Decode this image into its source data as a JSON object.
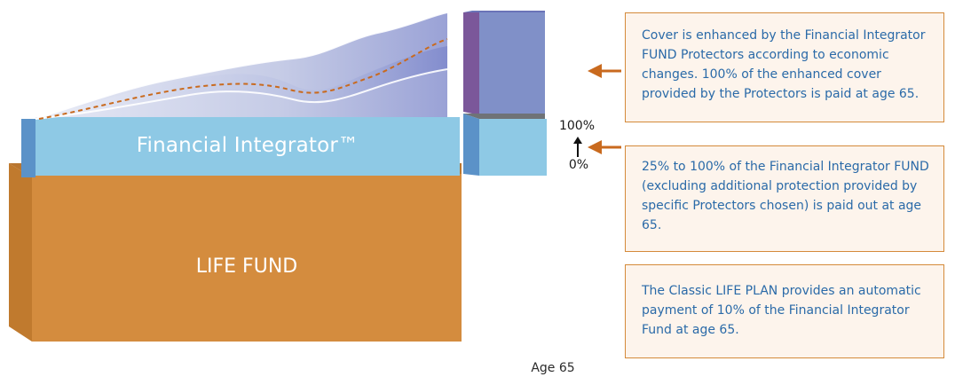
{
  "diagram": {
    "fi_label": "Financial Integrator™",
    "lf_label": "LIFE FUND",
    "scale_top": "100%",
    "scale_bottom": "0%",
    "age_label": "Age 65"
  },
  "notes": {
    "cover": "Cover is enhanced by the Financial Integrator FUND Protectors according to economic changes. 100% of the enhanced cover provided by the Protectors is paid at age 65.",
    "fund": "25% to 100% of the Financial Integrator FUND (excluding additional protection provided by specific Protectors chosen) is paid out at age 65.",
    "classic": "The Classic LIFE PLAN provides an automatic payment of 10% of the Financial Integrator Fund at age 65."
  },
  "colors": {
    "life_fund": "#d48a3a",
    "integrator": "#8ec9e5",
    "protector": "#8090c8",
    "arrow": "#c96a1e",
    "note_border": "#d48a3a",
    "note_text": "#2a6aa8"
  }
}
